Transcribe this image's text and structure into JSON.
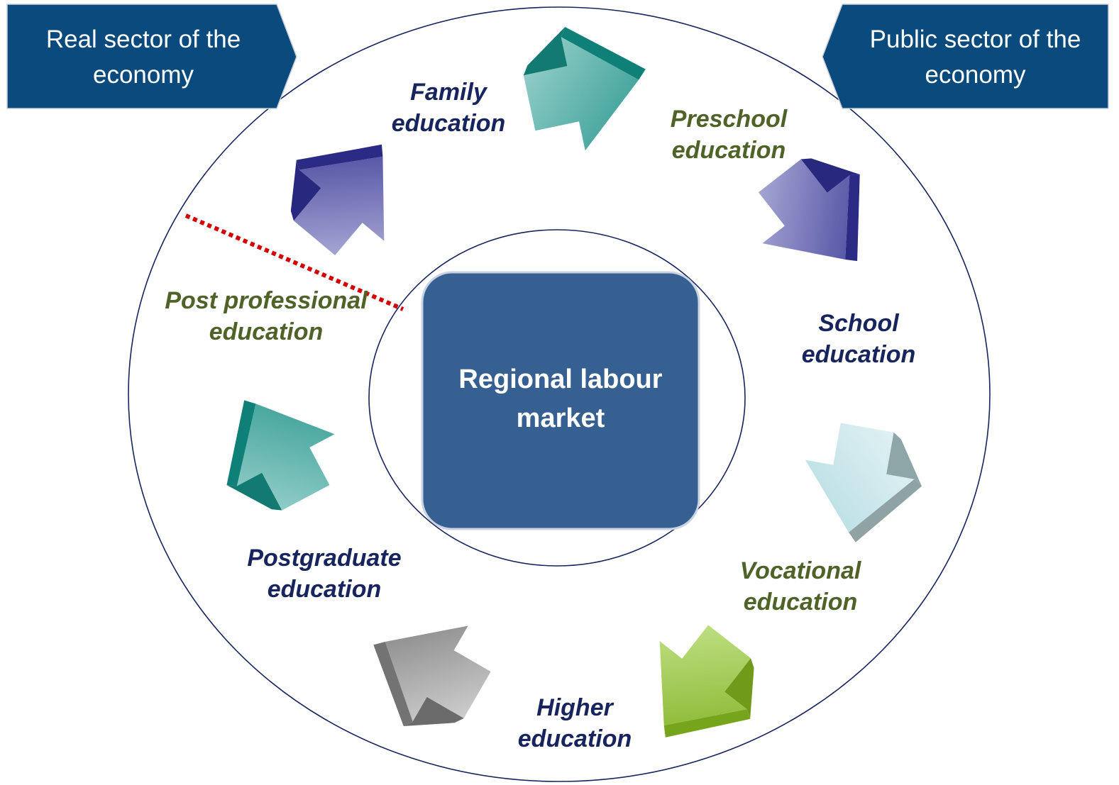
{
  "banners": {
    "left": {
      "line1": "Real sector of the",
      "line2": "economy"
    },
    "right": {
      "line1": "Public sector of the",
      "line2": "economy"
    }
  },
  "center": {
    "line1": "Regional labour",
    "line2": "market"
  },
  "stages": [
    {
      "line1": "Family",
      "line2": "education"
    },
    {
      "line1": "Preschool",
      "line2": "education"
    },
    {
      "line1": "School",
      "line2": "education"
    },
    {
      "line1": "Vocational",
      "line2": "education"
    },
    {
      "line1": "Higher",
      "line2": "education"
    },
    {
      "line1": "Postgraduate",
      "line2": "education"
    },
    {
      "line1": "Post professional",
      "line2": "education"
    }
  ],
  "colors": {
    "banner": "#0a4a7c",
    "center_box": "#376092",
    "label_navy": "#17245e",
    "label_olive": "#4f6228",
    "divider": "#d40000",
    "arrow_teal": "#1f8f86",
    "arrow_indigo": "#33338f",
    "arrow_lightblue": "#b7dde2",
    "arrow_green": "#84b21f",
    "arrow_grey": "#8a8a8a"
  },
  "icons": [
    "arrow-3d-icon"
  ]
}
